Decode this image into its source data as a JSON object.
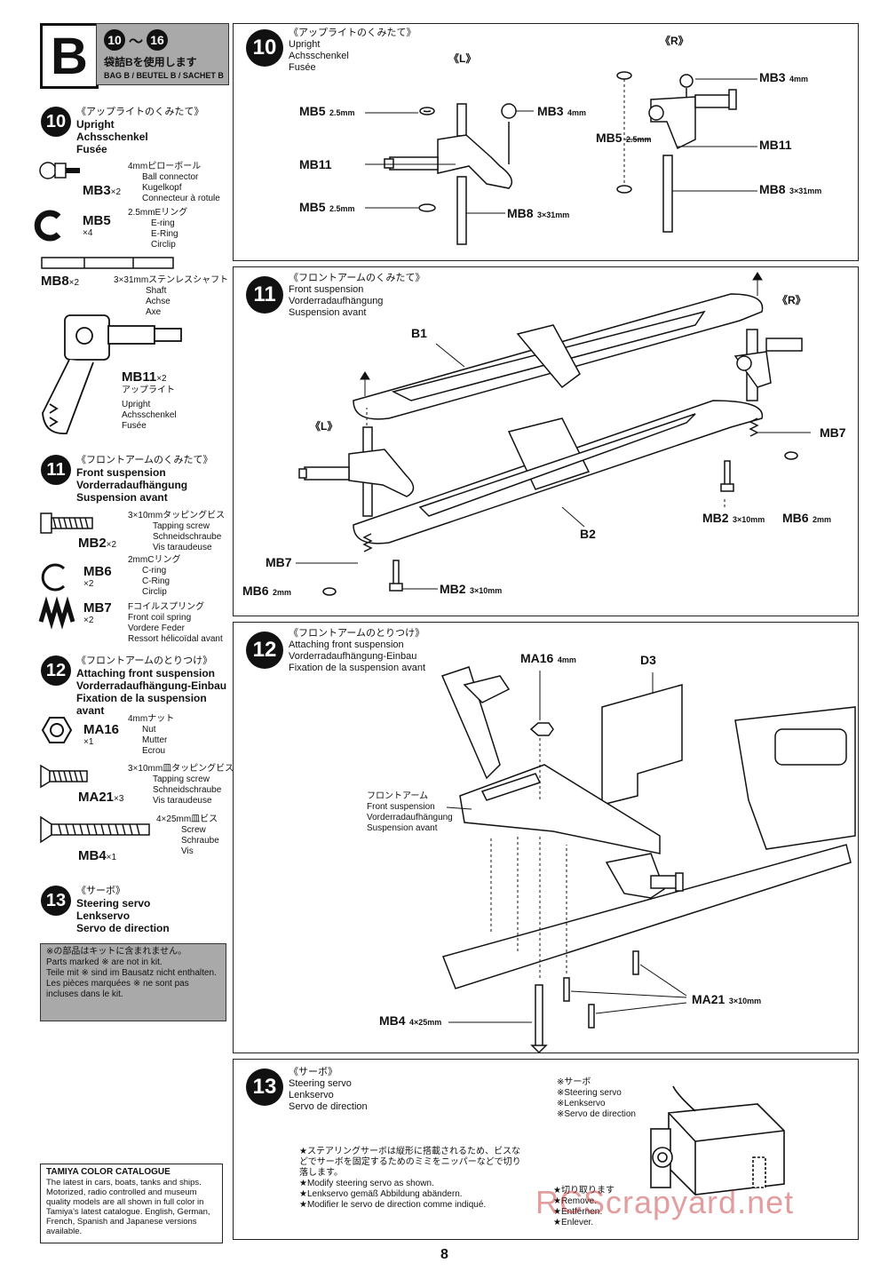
{
  "header": {
    "bag_letter": "B",
    "steps_range_a": "10",
    "steps_range_sep": "～",
    "steps_range_b": "16",
    "bag_use_jp": "袋詰Bを使用します",
    "bag_label": "BAG B / BEUTEL B / SACHET B"
  },
  "sidebar": {
    "s10": {
      "num": "10",
      "jp": "《アップライトのくみたて》",
      "en": "Upright",
      "de": "Achsschenkel",
      "fr": "Fusée"
    },
    "mb3": {
      "code": "MB3",
      "qty": "×2",
      "jp": "4mmピローボール",
      "en": "Ball connector",
      "de": "Kugelkopf",
      "fr": "Connecteur à rotule"
    },
    "mb5": {
      "code": "MB5",
      "qty": "×4",
      "jp": "2.5mmEリング",
      "en": "E-ring",
      "de": "E-Ring",
      "fr": "Circlip"
    },
    "mb8": {
      "code": "MB8",
      "qty": "×2",
      "jp": "3×31mmステンレスシャフト",
      "en": "Shaft",
      "de": "Achse",
      "fr": "Axe"
    },
    "mb11": {
      "code": "MB11",
      "qty": "×2",
      "jp": "アップライト",
      "en": "Upright",
      "de": "Achsschenkel",
      "fr": "Fusée"
    },
    "s11": {
      "num": "11",
      "jp": "《フロントアームのくみたて》",
      "en": "Front suspension",
      "de": "Vorderradaufhängung",
      "fr": "Suspension avant"
    },
    "mb2": {
      "code": "MB2",
      "qty": "×2",
      "jp": "3×10mmタッピングビス",
      "en": "Tapping screw",
      "de": "Schneidschraube",
      "fr": "Vis taraudeuse"
    },
    "mb6": {
      "code": "MB6",
      "qty": "×2",
      "jp": "2mmCリング",
      "en": "C-ring",
      "de": "C-Ring",
      "fr": "Circlip"
    },
    "mb7": {
      "code": "MB7",
      "qty": "×2",
      "jp": "Fコイルスプリング",
      "en": "Front coil spring",
      "de": "Vordere Feder",
      "fr": "Ressort hélicoïdal avant"
    },
    "s12": {
      "num": "12",
      "jp": "《フロントアームのとりつけ》",
      "en": "Attaching front suspension",
      "de": "Vorderradaufhängung-Einbau",
      "fr": "Fixation de la suspension avant"
    },
    "ma16": {
      "code": "MA16",
      "qty": "×1",
      "jp": "4mmナット",
      "en": "Nut",
      "de": "Mutter",
      "fr": "Ecrou"
    },
    "ma21": {
      "code": "MA21",
      "qty": "×3",
      "jp": "3×10mm皿タッピングビス",
      "en": "Tapping screw",
      "de": "Schneidschraube",
      "fr": "Vis taraudeuse"
    },
    "mb4": {
      "code": "MB4",
      "qty": "×1",
      "jp": "4×25mm皿ビス",
      "en": "Screw",
      "de": "Schraube",
      "fr": "Vis"
    },
    "s13": {
      "num": "13",
      "jp": "《サーボ》",
      "en": "Steering servo",
      "de": "Lenkservo",
      "fr": "Servo de direction"
    },
    "note": {
      "jp": "※の部品はキットに含まれません。",
      "en": "Parts marked ※ are not in kit.",
      "de": "Teile mit ※ sind im Bausatz nicht enthalten.",
      "fr": "Les pièces marquées ※ ne sont pas incluses dans le kit."
    },
    "catalogue": {
      "title": "TAMIYA COLOR CATALOGUE",
      "body": "The latest in cars, boats, tanks and ships. Motorized, radio controlled and museum quality models are all shown in full color in Tamiya's latest catalogue. English, German, French, Spanish and Japanese versions available."
    }
  },
  "panel10": {
    "num": "10",
    "jp": "《アップライトのくみたて》",
    "en": "Upright",
    "de": "Achsschenkel",
    "fr": "Fusée",
    "left_tag": "《L》",
    "right_tag": "《R》",
    "labels": {
      "mb5": "MB5",
      "mb5_dim": "2.5mm",
      "mb11": "MB11",
      "mb3": "MB3",
      "mb3_dim": "4mm",
      "mb8": "MB8",
      "mb8_dim": "3×31mm"
    }
  },
  "panel11": {
    "num": "11",
    "jp": "《フロントアームのくみたて》",
    "en": "Front suspension",
    "de": "Vorderradaufhängung",
    "fr": "Suspension avant",
    "left_tag": "《L》",
    "right_tag": "《R》",
    "labels": {
      "b1": "B1",
      "b2": "B2",
      "mb7": "MB7",
      "mb6": "MB6",
      "mb6_dim": "2mm",
      "mb2": "MB2",
      "mb2_dim": "3×10mm"
    }
  },
  "panel12": {
    "num": "12",
    "jp": "《フロントアームのとりつけ》",
    "en": "Attaching front suspension",
    "de": "Vorderradaufhängung-Einbau",
    "fr": "Fixation de la suspension avant",
    "labels": {
      "ma16": "MA16",
      "ma16_dim": "4mm",
      "d3": "D3",
      "arm_jp": "フロントアーム",
      "arm_en": "Front suspension",
      "arm_de": "Vorderradaufhängung",
      "arm_fr": "Suspension avant",
      "ma21": "MA21",
      "ma21_dim": "3×10mm",
      "mb4": "MB4",
      "mb4_dim": "4×25mm"
    }
  },
  "panel13": {
    "num": "13",
    "jp": "《サーボ》",
    "en": "Steering servo",
    "de": "Lenkservo",
    "fr": "Servo de direction",
    "servo_jp": "※サーボ",
    "servo_en": "※Steering servo",
    "servo_de": "※Lenkservo",
    "servo_fr": "※Servo de direction",
    "note_jp": "★ステアリングサーボは縦形に搭載されるため、ビスなどでサーボを固定するためのミミをニッパーなどで切り落します。",
    "note_en": "★Modify steering servo as shown.",
    "note_de": "★Lenkservo gemäß Abbildung abändern.",
    "note_fr": "★Modifier le servo de direction comme indiqué.",
    "cut_jp": "★切り取ります",
    "cut_en": "★Remove.",
    "cut_de": "★Entfernen.",
    "cut_fr": "★Enlever."
  },
  "watermark": "RCScrapyard.net",
  "page_number": "8"
}
